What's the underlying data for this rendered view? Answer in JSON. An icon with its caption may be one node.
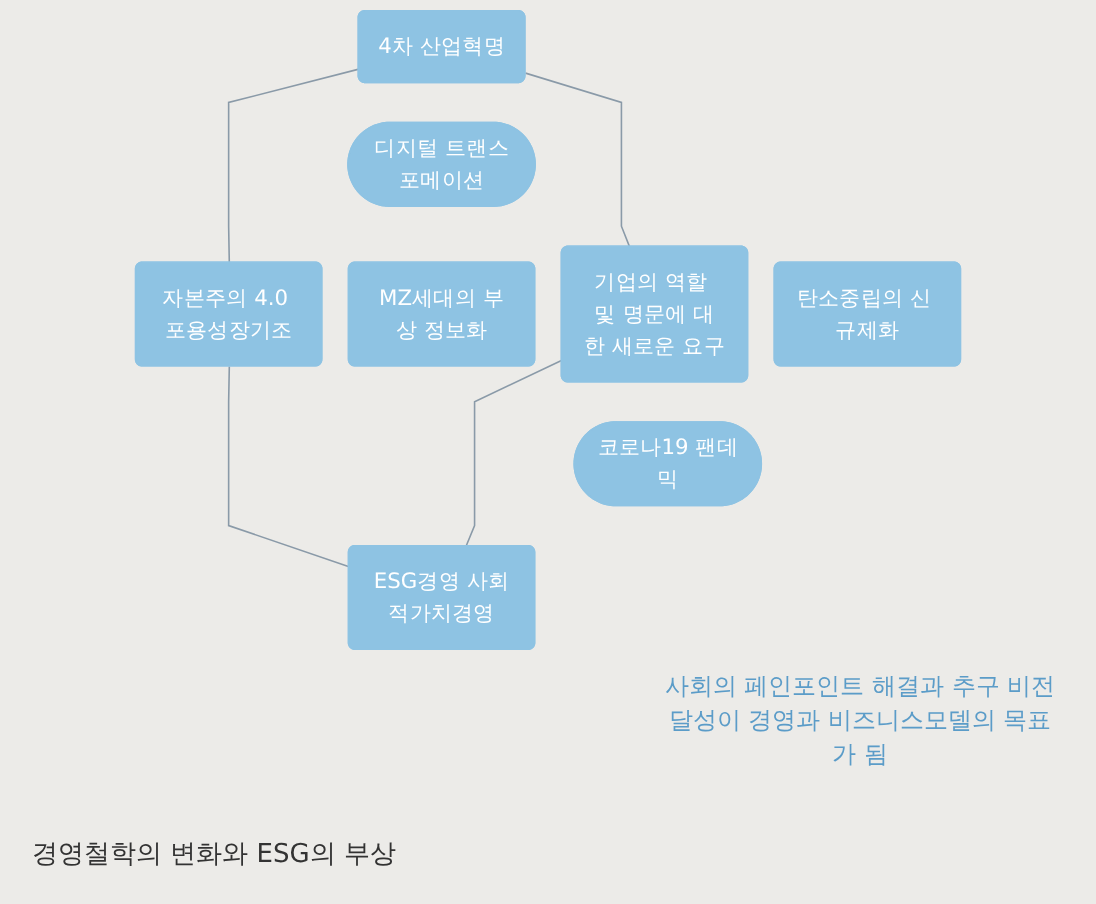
{
  "diagram": {
    "caption": "경영철학의 변화와 ESG의 부상",
    "nodes": [
      {
        "text": [
          "4차 산업혁명"
        ]
      },
      {
        "text": [
          "디지털 트랜스포메이션"
        ]
      },
      {
        "text": [
          "자본주의 4.0 포용성장기조"
        ]
      },
      {
        "text": [
          "MZ세대의 부상 정보화"
        ]
      },
      {
        "text": [
          "탄소중립의 신 규제화"
        ]
      },
      {
        "text": [
          "기업의 역할 및 명문에 대한 새로운 요구"
        ]
      },
      {
        "text": [
          "코로나19 팬데믹"
        ]
      },
      {
        "text": [
          "ESG경영 사회적가치경영"
        ]
      }
    ],
    "edges": [
      {
        "from": 0,
        "to": 2,
        "arrow": "none"
      },
      {
        "from": 0,
        "to": 5,
        "arrow": "none"
      },
      {
        "from": 2,
        "to": 7,
        "arrow": "none"
      },
      {
        "from": 5,
        "to": 7,
        "arrow": "none"
      }
    ],
    "labels": [
      "사회의 페인포인트 해결과 추구 비전 달성이 경영과 비즈니스모델의 목표가 됨"
    ]
  }
}
